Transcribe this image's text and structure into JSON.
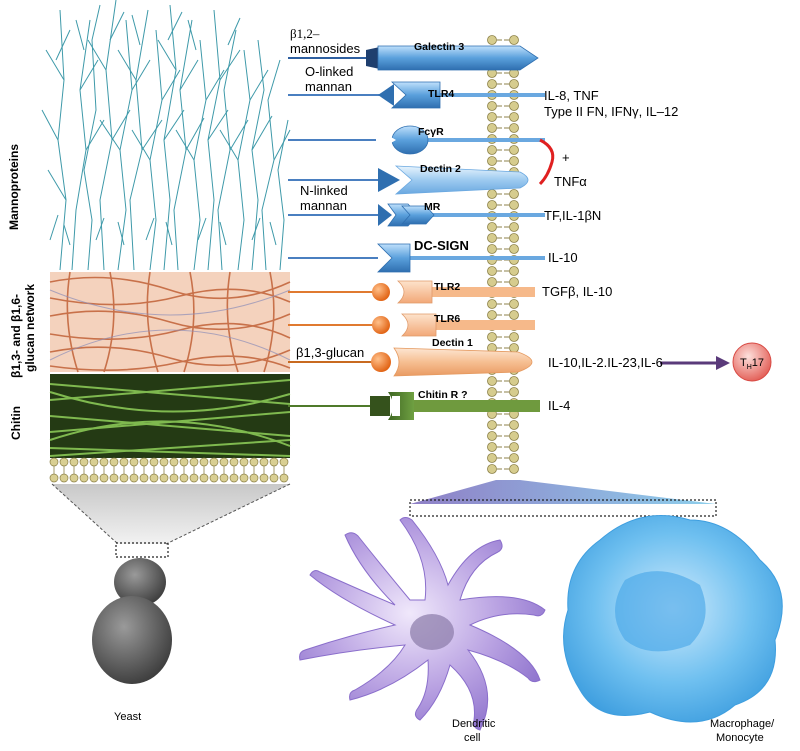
{
  "layers": {
    "mannoproteins": "Mannoproteins",
    "glucan_line1": "β1,3- and β1,6-",
    "glucan_line2": "glucan network",
    "chitin": "Chitin"
  },
  "ligands": {
    "b12_line1": "β1,2–",
    "b12_line2": "mannosides",
    "olinked_line1": "O-linked",
    "olinked_line2": "mannan",
    "nlinked_line1": "N-linked",
    "nlinked_line2": "mannan",
    "b13glucan": "β1,3-glucan"
  },
  "receptors": {
    "galectin3": "Galectin 3",
    "tlr4": "TLR4",
    "fcgr": "FcγR",
    "dectin2": "Dectin 2",
    "mr": "MR",
    "dcsign": "DC-SIGN",
    "tlr2": "TLR2",
    "tlr6": "TLR6",
    "dectin1": "Dectin 1",
    "chitinr": "Chitin R ?"
  },
  "outputs": {
    "tlr4_line1": "IL-8, TNF",
    "tlr4_line2": "Type II FN, IFNγ, IL–12",
    "plus": "+",
    "tnfa": "TNFα",
    "mr": "TF,IL-1βN",
    "dcsign": "IL-10",
    "tlr2": "TGFβ, IL-10",
    "dectin1": "IL-10,IL-2.IL-23,IL-6",
    "chitin": "IL-4",
    "th17_main": "T",
    "th17_sub": "H",
    "th17_num": "17"
  },
  "cells": {
    "yeast": "Yeast",
    "dendritic_line1": "Dendritic",
    "dendritic_line2": "cell",
    "macrophage_line1": "Macrophage/",
    "macrophage_line2": "Monocyte"
  },
  "colors": {
    "mannoprotein_fibers": "#2a8fa0",
    "glucan_mesh": "#c8714a",
    "chitin_mesh": "#6aa53a",
    "receptor_blue": "#5aa0dc",
    "receptor_orange": "#f0a070",
    "chitin_receptor": "#4f7a2a",
    "dendritic_cell": "#a58ad8",
    "macrophage": "#5cb8ee",
    "th17_cell": "#e8605a"
  }
}
